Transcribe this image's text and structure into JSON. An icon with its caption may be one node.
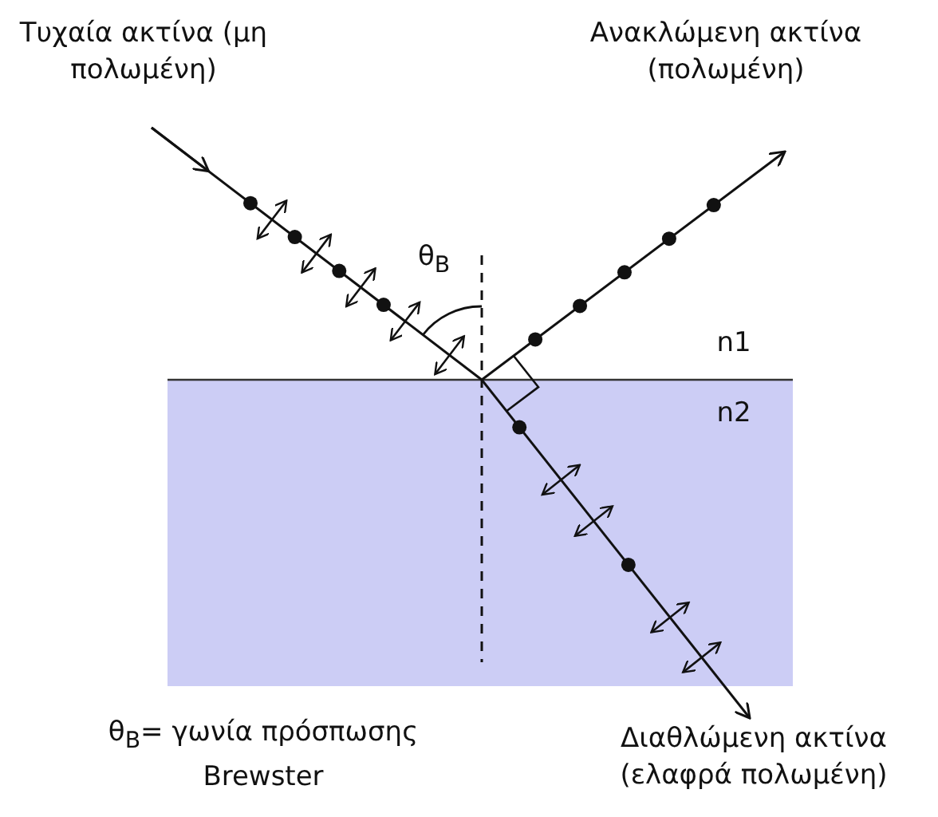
{
  "diagram": {
    "labels": [
      "Τυχαία ακτίνα (μη πολωμένη)",
      "Ανακλώμενη ακτίνα (πολωμένη)",
      "θ$_{B}$",
      "n1",
      "n2",
      "θ$_{B}$= γωνία πρόσπωσης Brewster",
      "Διαθλώμενη ακτίνα (ελαφρά πολωμένη)"
    ]
  }
}
